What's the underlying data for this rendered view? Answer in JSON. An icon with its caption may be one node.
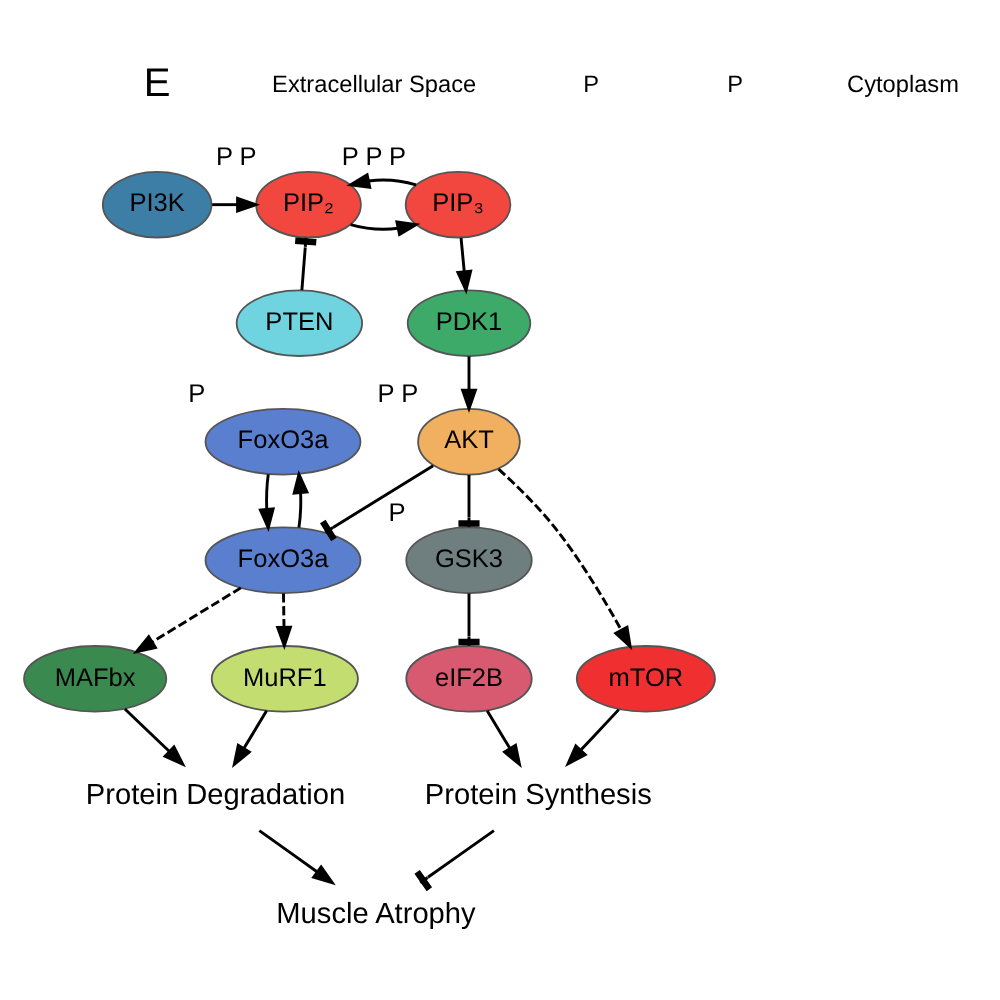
{
  "diagram": {
    "nodes": [
      {
        "text": [
          "PI3K"
        ]
      },
      {
        "text": [
          "PIP₂"
        ],
        "beside": [
          "P",
          "P"
        ]
      },
      {
        "text": [
          "PIP₃"
        ],
        "beside": [
          "P",
          "P",
          "P"
        ]
      },
      {
        "text": [
          "PTEN"
        ]
      },
      {
        "text": [
          "PDK1"
        ]
      },
      {
        "text": [
          "FoxO3a"
        ],
        "beside": [
          "P"
        ]
      },
      {
        "text": [
          "FoxO3a"
        ]
      },
      {
        "text": [
          "AKT"
        ],
        "beside": [
          "P",
          "P"
        ]
      },
      {
        "text": [
          "GSK3"
        ],
        "beside": [
          "P"
        ]
      },
      {
        "text": [
          "mTOR"
        ]
      },
      {
        "text": [
          "eIF2B"
        ]
      },
      {
        "text": [
          "MAFbx"
        ]
      },
      {
        "text": [
          "MuRF1"
        ]
      },
      {
        "text": [
          "Protein Degradation"
        ]
      },
      {
        "text": [
          "Protein Synthesis"
        ]
      },
      {
        "text": [
          "Muscle Atrophy"
        ]
      }
    ],
    "edges": [
      {
        "from": 0,
        "to": 1,
        "arrow": "to"
      },
      {
        "from": 1,
        "to": 2,
        "arrow": "to"
      },
      {
        "from": 2,
        "to": 1,
        "arrow": "to"
      },
      {
        "from": 3,
        "to": 1,
        "arrow": "other"
      },
      {
        "from": 2,
        "to": 4,
        "arrow": "to"
      },
      {
        "from": 4,
        "to": 7,
        "arrow": "to"
      },
      {
        "from": 7,
        "to": 6,
        "arrow": "other"
      },
      {
        "from": 7,
        "to": 8,
        "arrow": "other"
      },
      {
        "from": 5,
        "to": 6,
        "arrow": "to"
      },
      {
        "from": 6,
        "to": 5,
        "arrow": "to"
      },
      {
        "from": 7,
        "to": 9,
        "arrow": "to",
        "style": "dashed"
      },
      {
        "from": 8,
        "to": 10,
        "arrow": "other"
      },
      {
        "from": 6,
        "to": 11,
        "arrow": "to",
        "style": "dashed"
      },
      {
        "from": 6,
        "to": 12,
        "arrow": "to",
        "style": "dashed"
      },
      {
        "from": 11,
        "to": 13,
        "arrow": "to"
      },
      {
        "from": 12,
        "to": 13,
        "arrow": "to"
      },
      {
        "from": 9,
        "to": 14,
        "arrow": "to"
      },
      {
        "from": 10,
        "to": 14,
        "arrow": "to"
      },
      {
        "from": 13,
        "to": 15,
        "arrow": "to"
      },
      {
        "from": 14,
        "to": 15,
        "arrow": "other"
      }
    ],
    "labels": [
      "E",
      "Extracellular Space",
      "P",
      "P",
      "Cytoplasm"
    ]
  }
}
